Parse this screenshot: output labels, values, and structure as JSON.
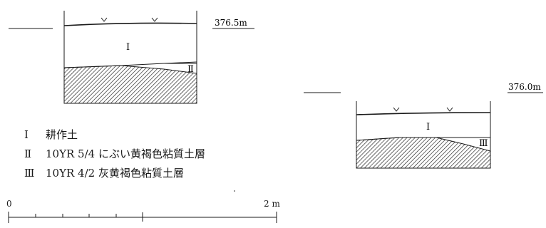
{
  "sections": [
    {
      "elevation": "376.5m",
      "layers": [
        "Ⅰ",
        "Ⅱ"
      ]
    },
    {
      "elevation": "376.0m",
      "layers": [
        "Ⅰ",
        "Ⅲ"
      ]
    }
  ],
  "legend": [
    {
      "numeral": "Ⅰ",
      "desc": "耕作土"
    },
    {
      "numeral": "Ⅱ",
      "desc": "10YR 5/4 にぶい黄褐色粘質土層"
    },
    {
      "numeral": "Ⅲ",
      "desc": "10YR 4/2 灰黄褐色粘質土層"
    }
  ],
  "scale": {
    "start": "0",
    "end": "2 m"
  },
  "colors": {
    "line": "#1a1a1a",
    "background": "#ffffff"
  }
}
